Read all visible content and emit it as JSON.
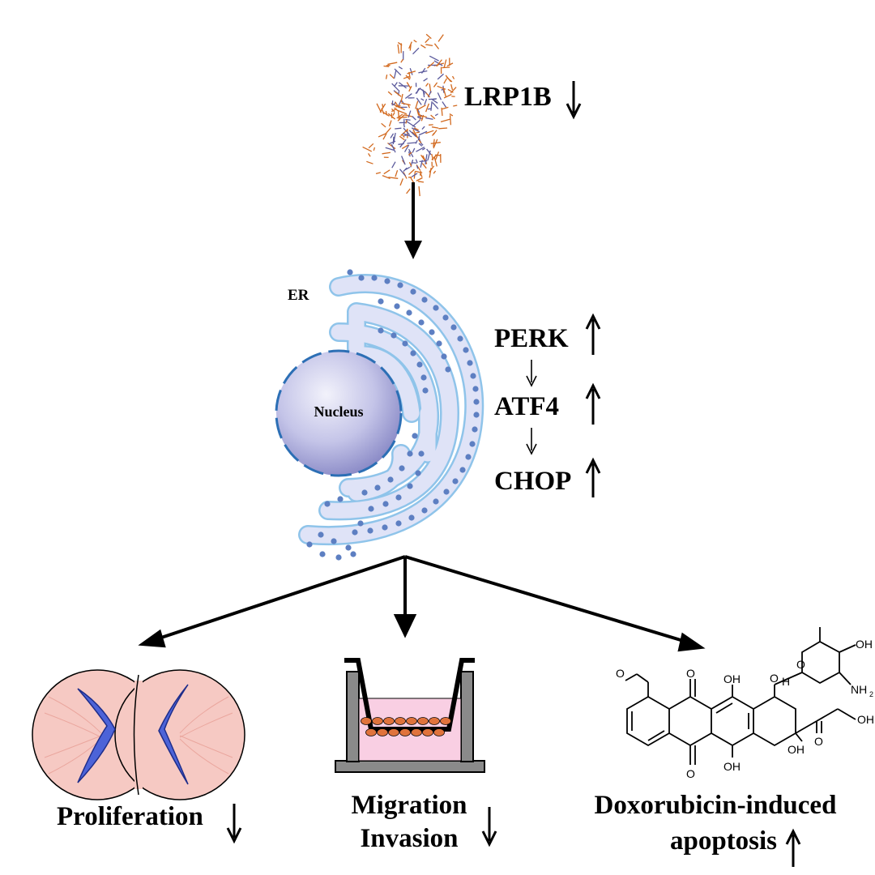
{
  "protein": {
    "label": "LRP1B"
  },
  "organelle": {
    "er_label": "ER",
    "nucleus_label": "Nucleus"
  },
  "pathway": [
    {
      "label": "PERK",
      "direction": "up"
    },
    {
      "label": "ATF4",
      "direction": "up"
    },
    {
      "label": "CHOP",
      "direction": "up"
    }
  ],
  "outcomes": {
    "proliferation": {
      "label": "Proliferation",
      "direction": "down"
    },
    "migration": {
      "line1": "Migration",
      "line2": "Invasion",
      "direction": "down"
    },
    "apoptosis": {
      "line1": "Doxorubicin-induced",
      "line2": "apoptosis",
      "direction": "up"
    }
  },
  "chemical_labels": {
    "oh": "OH",
    "nh2": "NH",
    "nh2_sub": "2",
    "h": "H",
    "o": "O"
  },
  "colors": {
    "protein_orange": "#d2691e",
    "protein_purple": "#5b5a9c",
    "er_fill": "#dfe3f7",
    "er_stroke": "#8fc4ea",
    "ribosome": "#5d7fc2",
    "nucleus_fill": "#a8a8da",
    "nucleus_border": "#2c6fb5",
    "cell_fill": "#f6c9c3",
    "chromosome": "#4c63d8",
    "insert_fill": "#f9cfe3",
    "cell_orange": "#e0733c",
    "chamber_gray": "#8a8a8a"
  }
}
